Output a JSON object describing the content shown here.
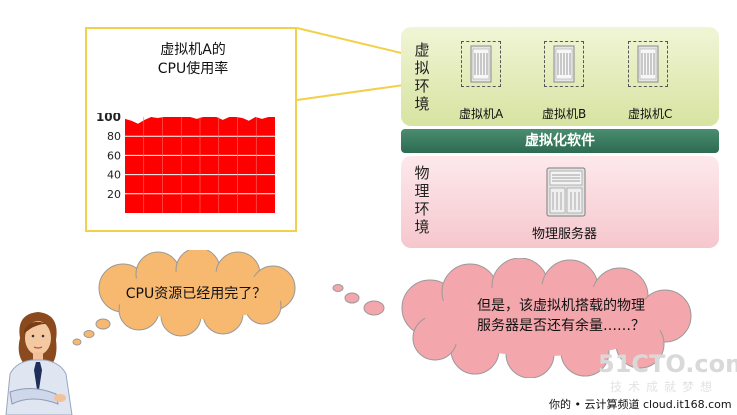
{
  "chart": {
    "title_line1": "虚拟机A的",
    "title_line2": "CPU使用率"
  },
  "chart_data": {
    "type": "area",
    "title": "虚拟机A的 CPU使用率",
    "y_ticks": [
      100,
      80,
      60,
      40,
      20
    ],
    "ylim": [
      0,
      100
    ],
    "x": [
      0,
      1,
      2,
      3,
      4,
      5,
      6,
      7,
      8,
      9,
      10,
      11,
      12,
      13,
      14,
      15,
      16,
      17,
      18,
      19,
      20,
      21,
      22,
      23
    ],
    "values": [
      98,
      96,
      93,
      97,
      100,
      99,
      100,
      100,
      100,
      100,
      100,
      98,
      100,
      100,
      100,
      97,
      100,
      100,
      99,
      96,
      100,
      98,
      100,
      100
    ],
    "series_color": "#ff0000",
    "grid": true
  },
  "virtual_env": {
    "label": "虚拟环境",
    "label_chars": [
      "虚",
      "拟",
      "环",
      "境"
    ],
    "vms": [
      {
        "label": "虚拟机A",
        "icon": "server-icon"
      },
      {
        "label": "虚拟机B",
        "icon": "server-icon"
      },
      {
        "label": "虚拟机C",
        "icon": "server-icon"
      }
    ]
  },
  "virtualization_layer": {
    "label": "虚拟化软件"
  },
  "physical_env": {
    "label_chars": [
      "物",
      "理",
      "环",
      "境"
    ],
    "server_label": "物理服务器",
    "icon": "physical-server-icon"
  },
  "clouds": {
    "left_text": "CPU资源已经用完了？",
    "right_line1": "但是，该虚拟机搭载的物理",
    "right_line2": "服务器是否还有余量……？"
  },
  "watermark": {
    "logo": "51CTO.com",
    "sub": "技术成就梦想"
  },
  "footer": {
    "text": "你的 • 云计算频道 cloud.it168.com"
  },
  "colors": {
    "cloud_left": "#f7b870",
    "cloud_right": "#f3a6ac",
    "callout_border": "#f2d04a",
    "layer_green": "#3b7d61"
  }
}
